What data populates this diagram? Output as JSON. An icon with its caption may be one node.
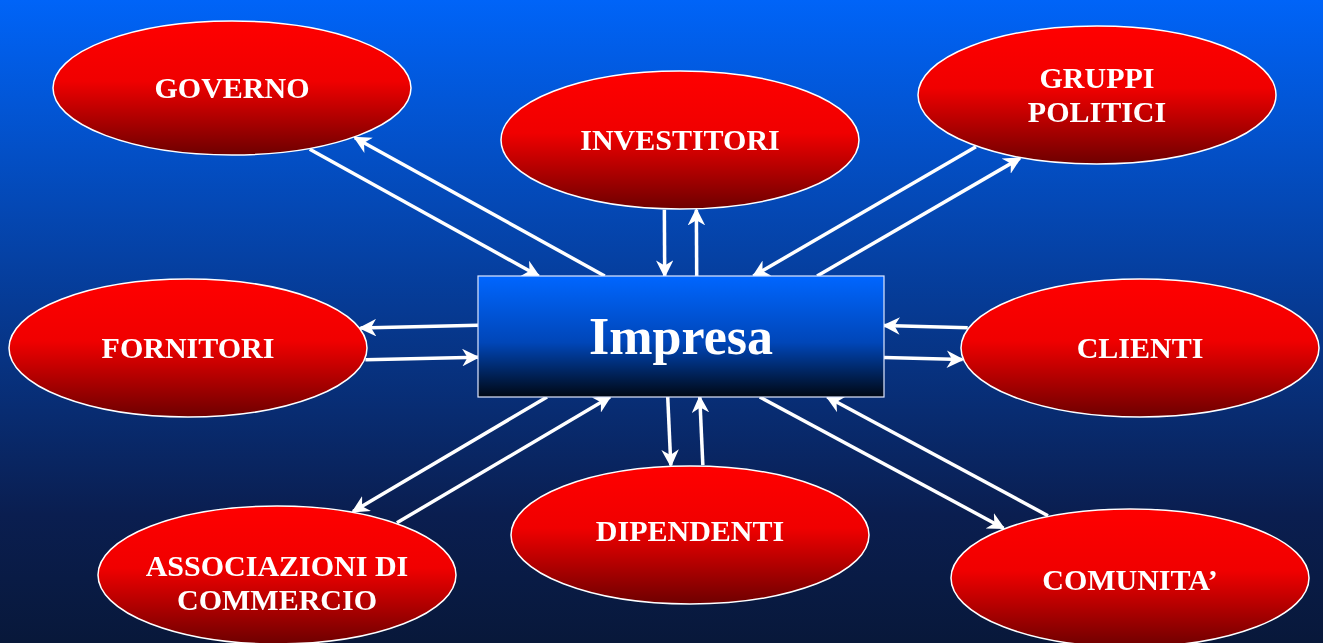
{
  "diagram": {
    "nodes": [
      {
        "text": [
          "Impresa"
        ]
      },
      {
        "text": [
          "GOVERNO"
        ]
      },
      {
        "text": [
          "INVESTITORI"
        ]
      },
      {
        "text": [
          "GRUPPI POLITICI"
        ]
      },
      {
        "text": [
          "FORNITORI"
        ]
      },
      {
        "text": [
          "CLIENTI"
        ]
      },
      {
        "text": [
          "ASSOCIAZIONI DI COMMERCIO"
        ]
      },
      {
        "text": [
          "DIPENDENTI"
        ]
      },
      {
        "text": [
          "COMUNITA’"
        ]
      }
    ],
    "edges": [
      {
        "from": 1,
        "to": 0,
        "arrow": "to"
      },
      {
        "from": 0,
        "to": 1,
        "arrow": "to"
      },
      {
        "from": 2,
        "to": 0,
        "arrow": "to"
      },
      {
        "from": 0,
        "to": 2,
        "arrow": "to"
      },
      {
        "from": 0,
        "to": 3,
        "arrow": "to"
      },
      {
        "from": 3,
        "to": 0,
        "arrow": "to"
      },
      {
        "from": 4,
        "to": 0,
        "arrow": "to"
      },
      {
        "from": 0,
        "to": 4,
        "arrow": "to"
      },
      {
        "from": 0,
        "to": 5,
        "arrow": "to"
      },
      {
        "from": 5,
        "to": 0,
        "arrow": "to"
      },
      {
        "from": 6,
        "to": 0,
        "arrow": "to"
      },
      {
        "from": 0,
        "to": 6,
        "arrow": "to"
      },
      {
        "from": 0,
        "to": 7,
        "arrow": "to"
      },
      {
        "from": 7,
        "to": 0,
        "arrow": "to"
      },
      {
        "from": 0,
        "to": 8,
        "arrow": "to"
      },
      {
        "from": 8,
        "to": 0,
        "arrow": "to"
      }
    ]
  }
}
